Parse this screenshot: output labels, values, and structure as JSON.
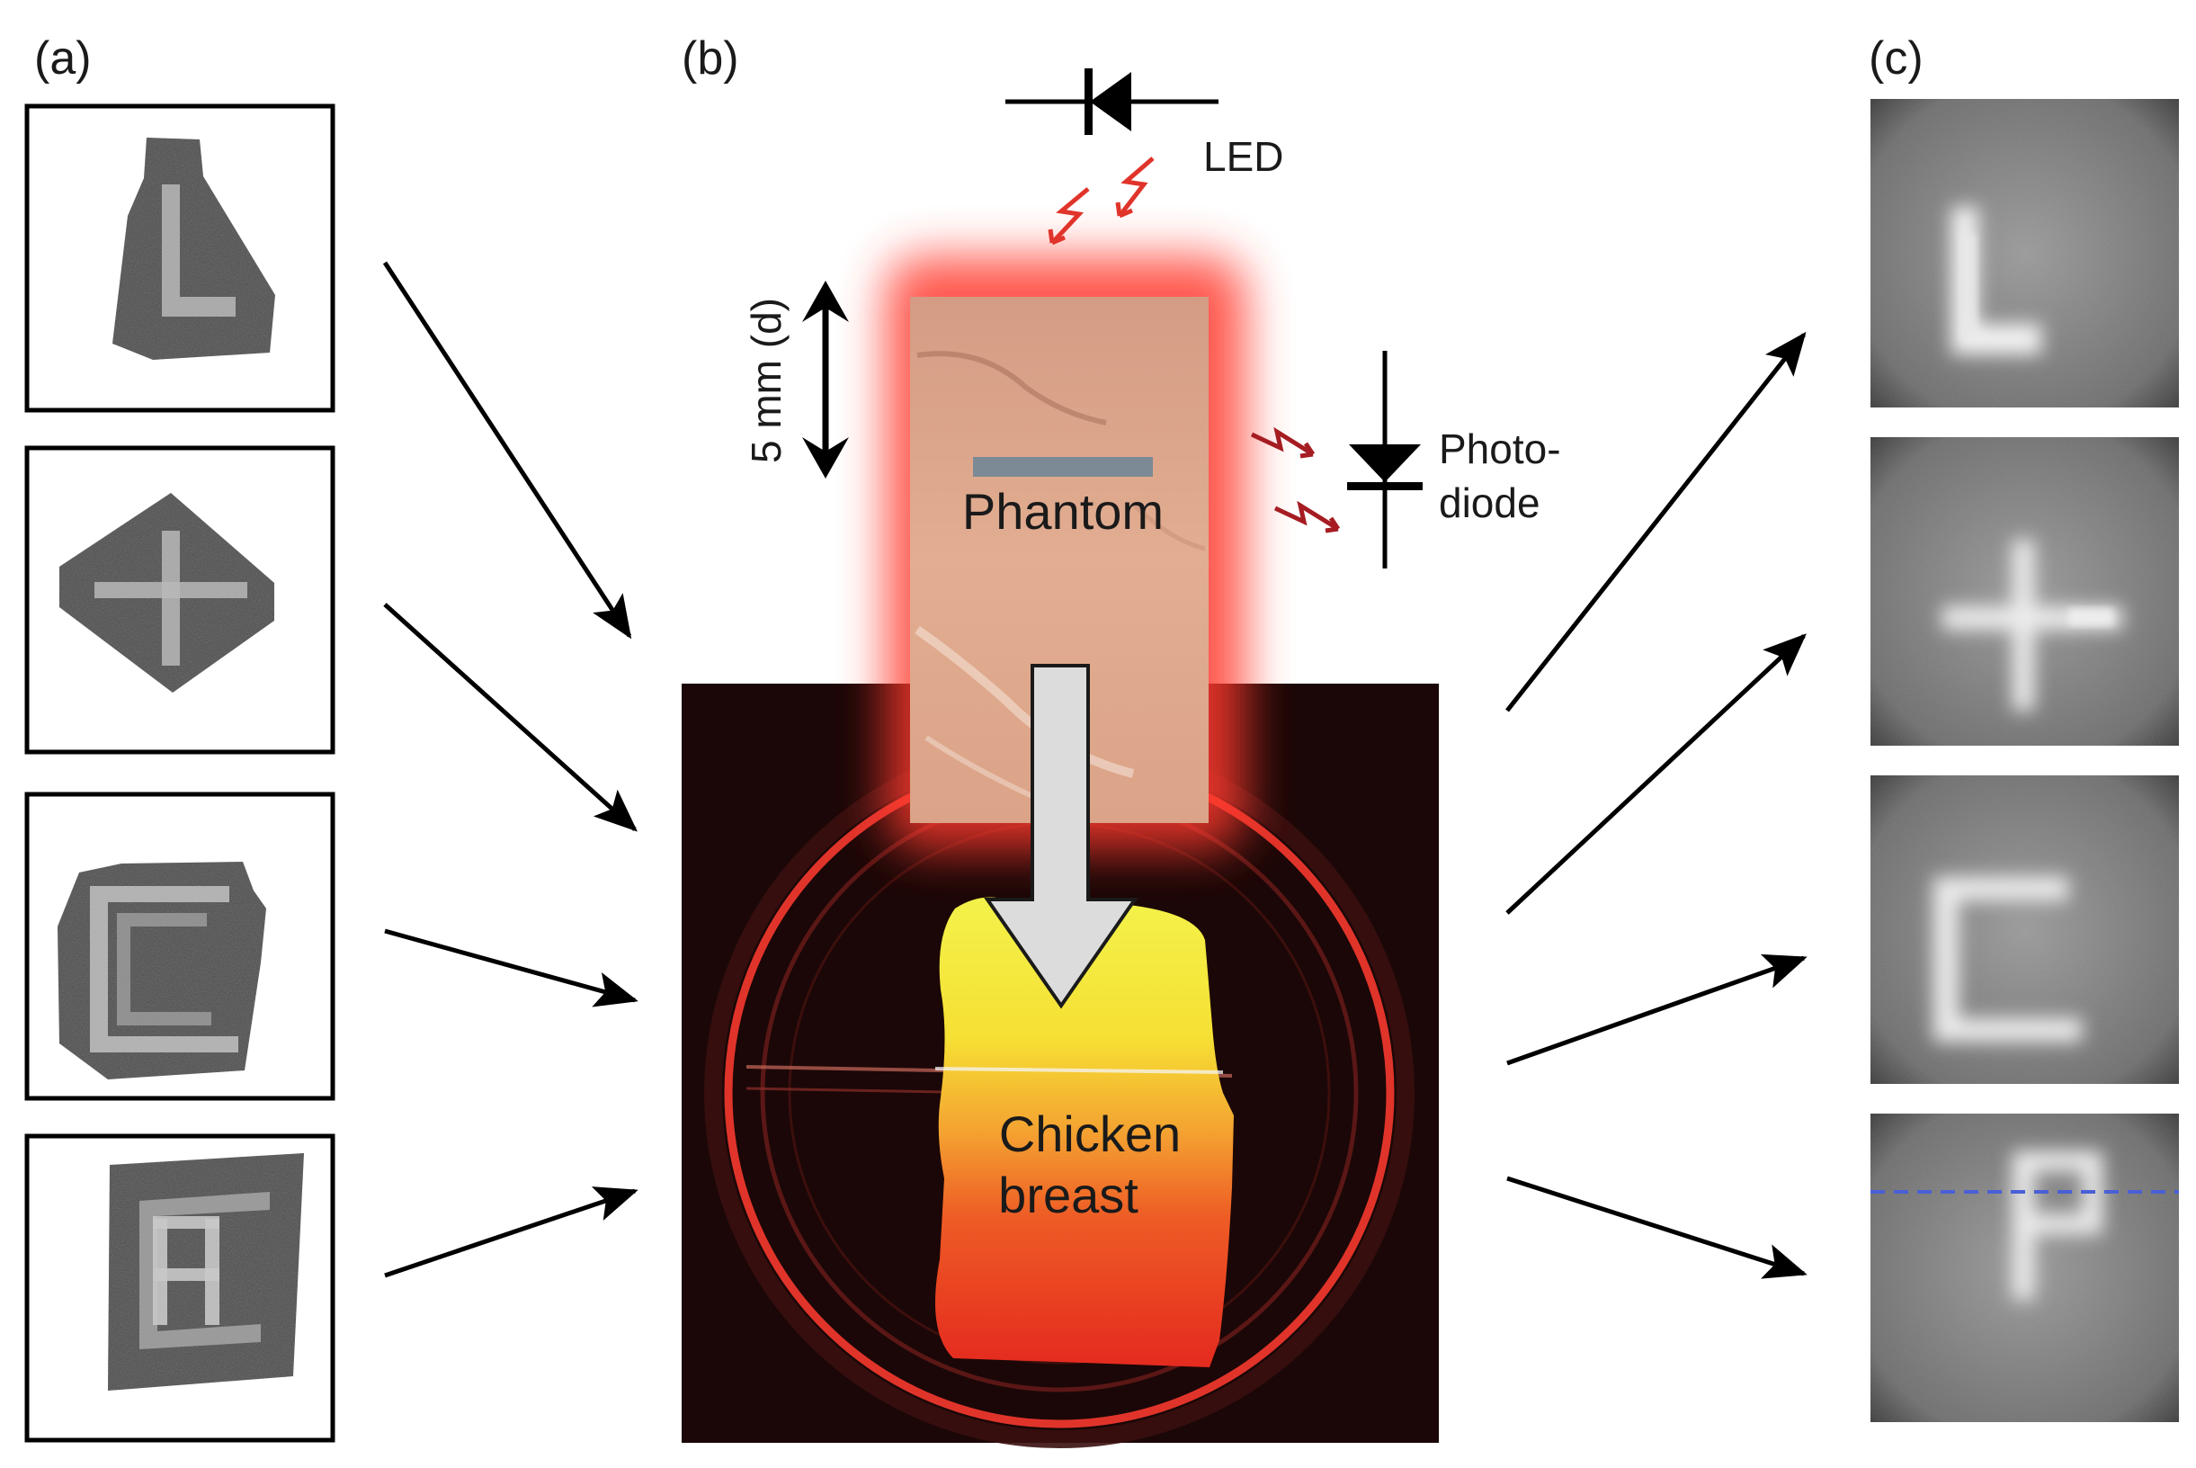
{
  "panels": {
    "a": {
      "label": "(a)"
    },
    "b": {
      "label": "(b)"
    },
    "c": {
      "label": "(c)"
    }
  },
  "setup": {
    "led_label": "LED",
    "distance_label": "5 mm (d)",
    "phantom_label": "Phantom",
    "photodiode_label_line1": "Photo-",
    "photodiode_label_line2": "diode",
    "sample_label_line1": "Chicken",
    "sample_label_line2": "breast"
  },
  "colors": {
    "light_ray": "#e0342a",
    "diode_ray": "#a51d22",
    "glow": "#ff3b2f",
    "dish_bg": "#2b0c0c",
    "dashed_line": "#4a5fd6"
  },
  "patterns": [
    "L",
    "+",
    "C",
    "P"
  ]
}
